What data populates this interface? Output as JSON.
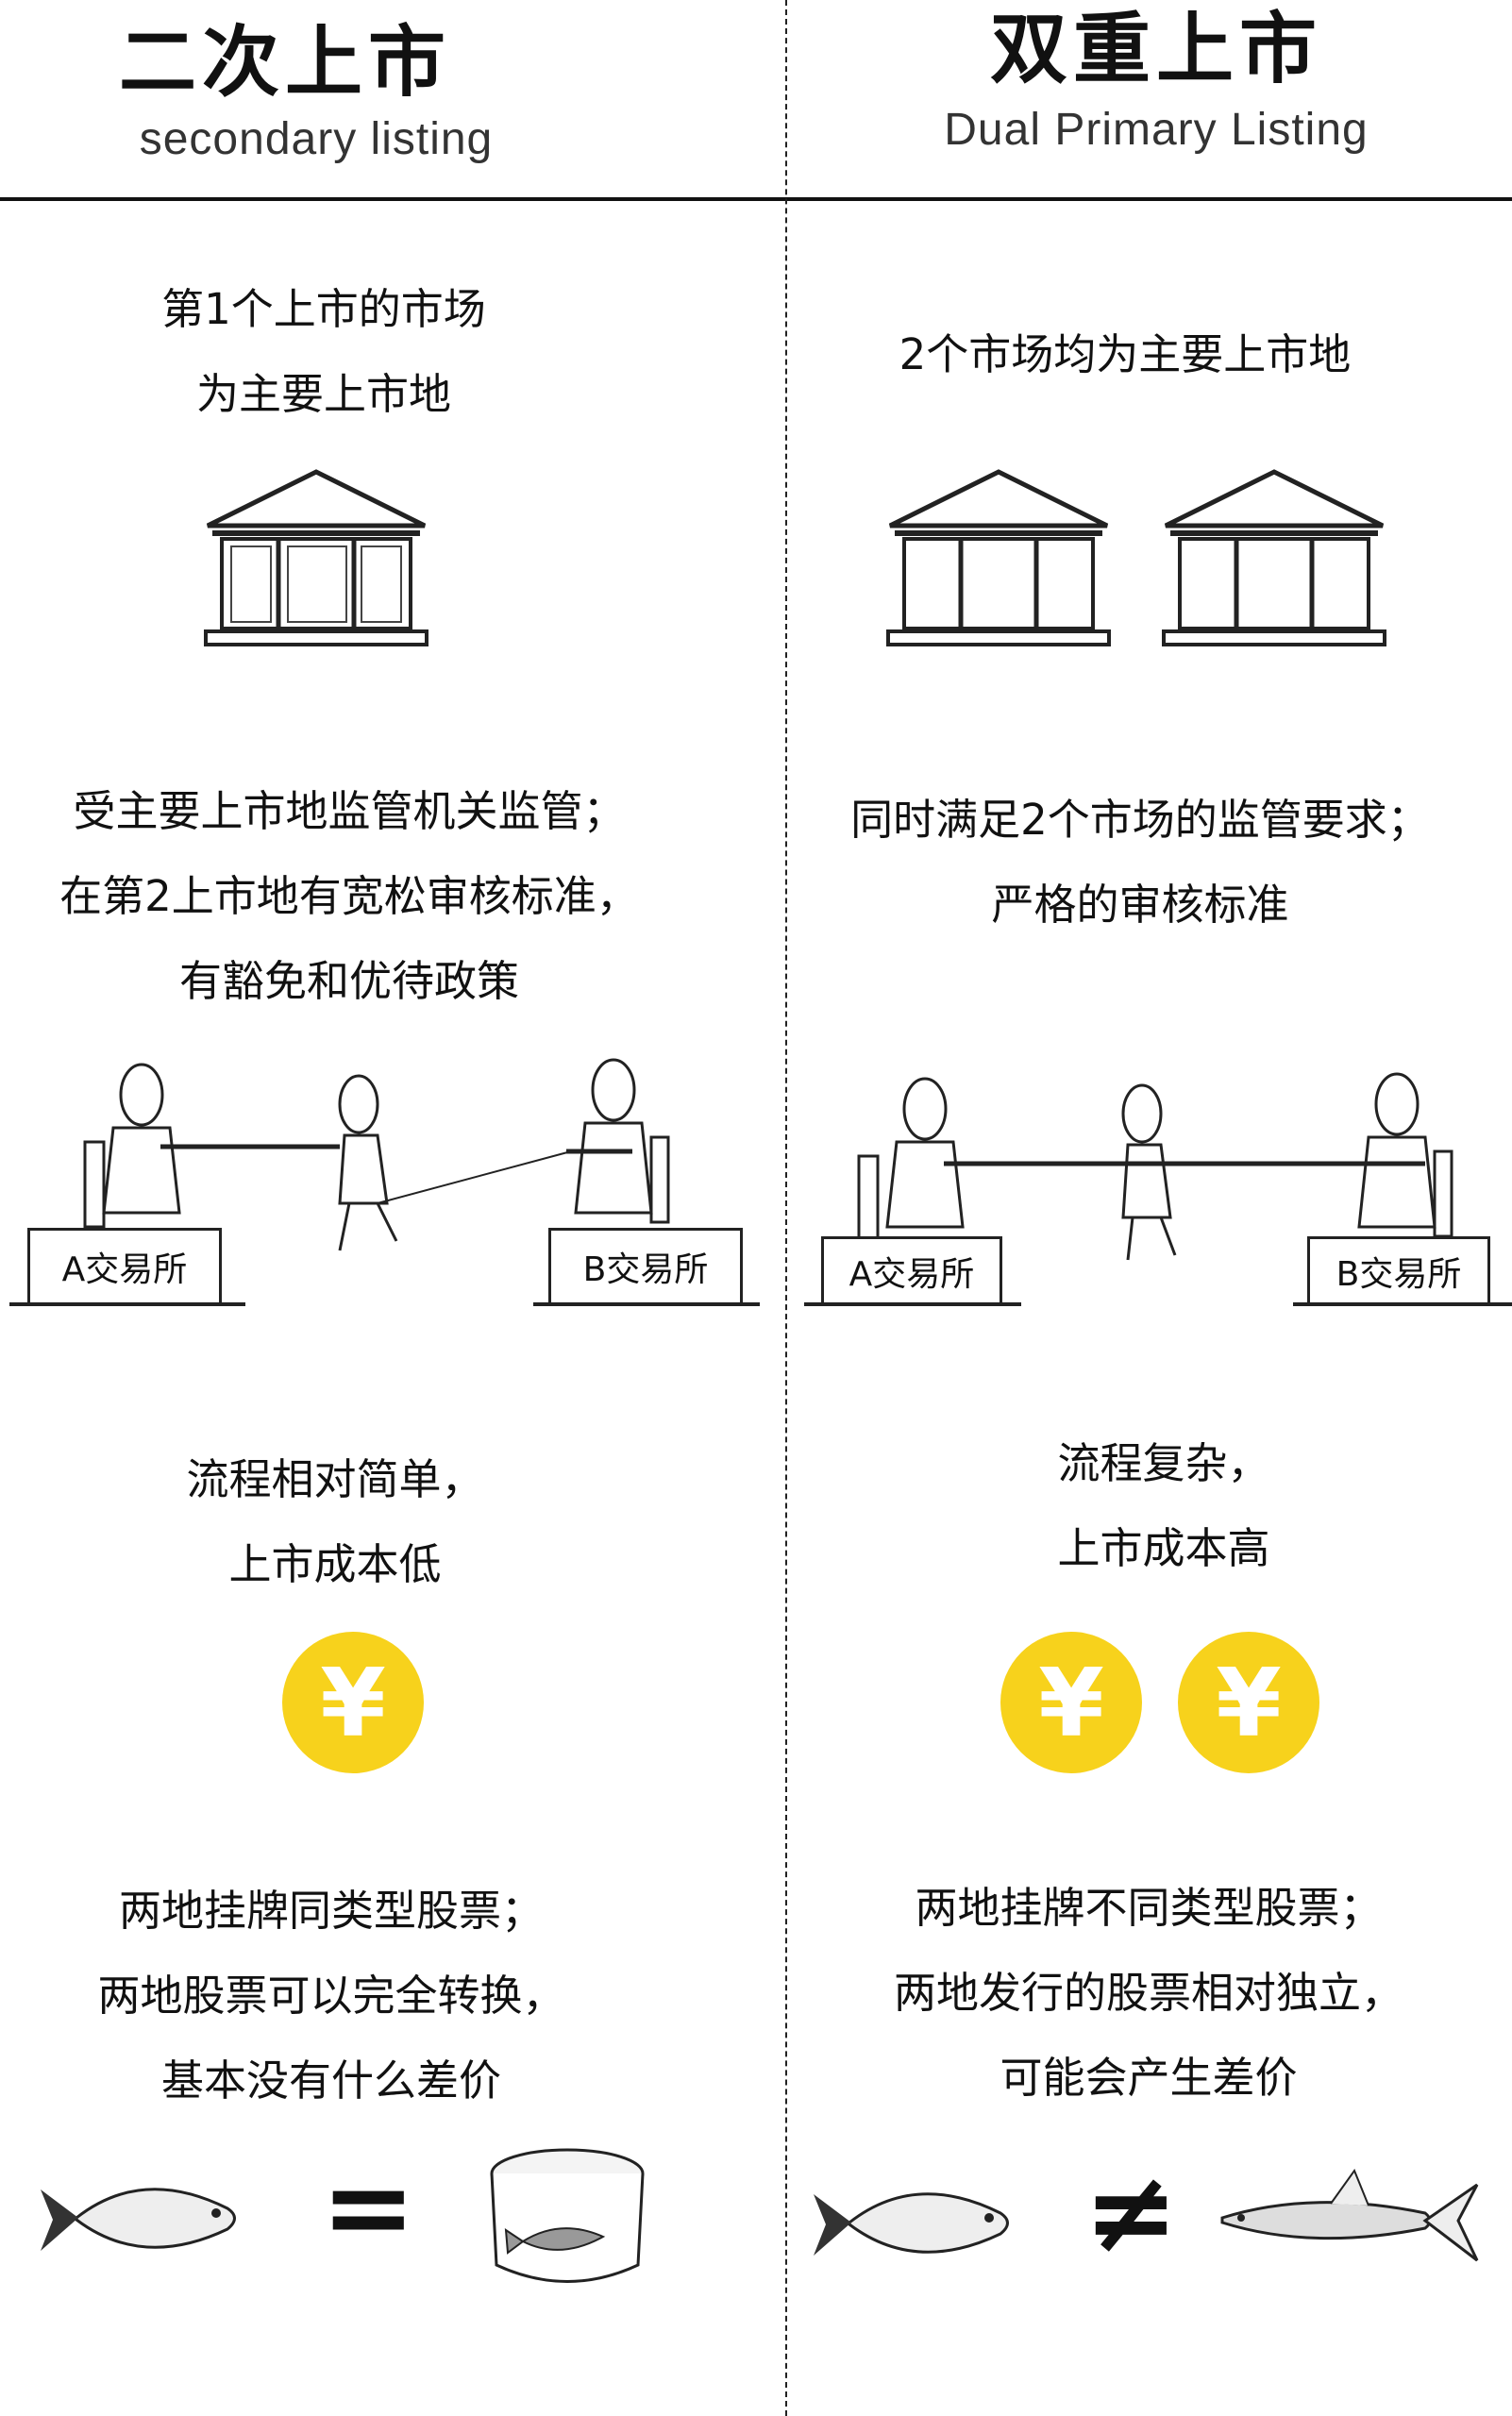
{
  "left": {
    "title": "二次上市",
    "subtitle": "secondary listing",
    "market": [
      "第1个上市的市场",
      "为主要上市地"
    ],
    "regulation": [
      "受主要上市地监管机关监管；",
      "在第2上市地有宽松审核标准，",
      "有豁免和优待政策"
    ],
    "exchange_a": "A交易所",
    "exchange_b": "B交易所",
    "cost": [
      "流程相对简单，",
      "上市成本低"
    ],
    "coin_symbol": "¥",
    "shares": [
      "两地挂牌同类型股票；",
      "两地股票可以完全转换，",
      "基本没有什么差价"
    ],
    "relation_symbol": "="
  },
  "right": {
    "title": "双重上市",
    "subtitle": "Dual Primary Listing",
    "market": [
      "2个市场均为主要上市地"
    ],
    "regulation": [
      "同时满足2个市场的监管要求；",
      "严格的审核标准"
    ],
    "exchange_a": "A交易所",
    "exchange_b": "B交易所",
    "cost": [
      "流程复杂，",
      "上市成本高"
    ],
    "coin_symbol": "¥",
    "shares": [
      "两地挂牌不同类型股票；",
      "两地发行的股票相对独立，",
      "可能会产生差价"
    ],
    "relation_symbol": "≠"
  },
  "colors": {
    "coin": "#f7d21c",
    "ink": "#111111"
  }
}
